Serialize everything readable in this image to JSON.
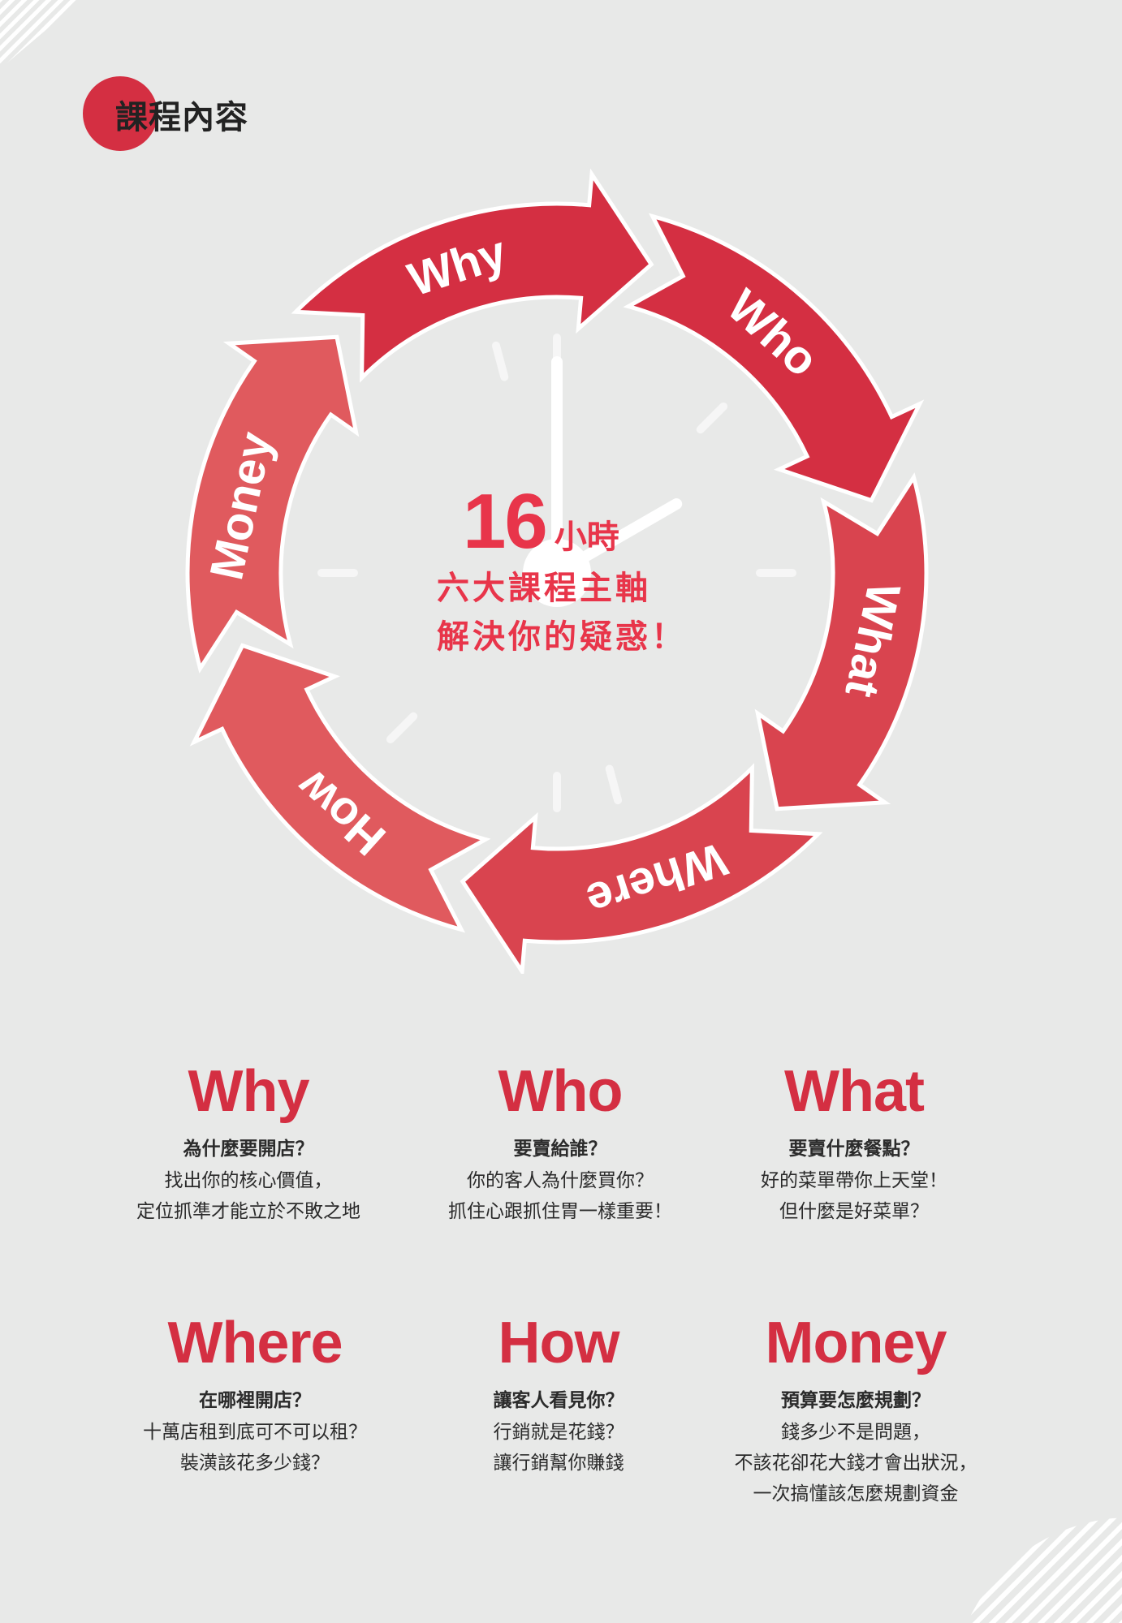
{
  "header": {
    "title": "課程內容"
  },
  "colors": {
    "accent": "#d42f42",
    "accent_light": "#e05a5e",
    "center_text": "#e8354a",
    "background": "#e8e9e8",
    "text_dark": "#2b2b2b"
  },
  "cycle": {
    "segments": [
      {
        "label": "Why",
        "color": "#d42f42"
      },
      {
        "label": "Who",
        "color": "#d42f42"
      },
      {
        "label": "What",
        "color": "#d9444f"
      },
      {
        "label": "Where",
        "color": "#d9444f"
      },
      {
        "label": "How",
        "color": "#e05a5e"
      },
      {
        "label": "Money",
        "color": "#e05a5e"
      }
    ]
  },
  "center": {
    "hours_number": "16",
    "hours_unit": "小時",
    "line1": "六大課程主軸",
    "line2": "解決你的疑惑！"
  },
  "cards": [
    {
      "title": "Why",
      "question": "為什麼要開店？",
      "lines": [
        "找出你的核心價值，",
        "定位抓準才能立於不敗之地"
      ]
    },
    {
      "title": "Who",
      "question": "要賣給誰？",
      "lines": [
        "你的客人為什麼買你？",
        "抓住心跟抓住胃一樣重要！"
      ]
    },
    {
      "title": "What",
      "question": "要賣什麼餐點？",
      "lines": [
        "好的菜單帶你上天堂！",
        "但什麼是好菜單？"
      ]
    },
    {
      "title": "Where",
      "question": "在哪裡開店？",
      "lines": [
        "十萬店租到底可不可以租？",
        "裝潢該花多少錢？"
      ]
    },
    {
      "title": "How",
      "question": "讓客人看見你？",
      "lines": [
        "行銷就是花錢？",
        "讓行銷幫你賺錢"
      ]
    },
    {
      "title": "Money",
      "question": "預算要怎麼規劃？",
      "lines": [
        "錢多少不是問題，",
        "不該花卻花大錢才會出狀況，",
        "一次搞懂該怎麼規劃資金"
      ]
    }
  ]
}
